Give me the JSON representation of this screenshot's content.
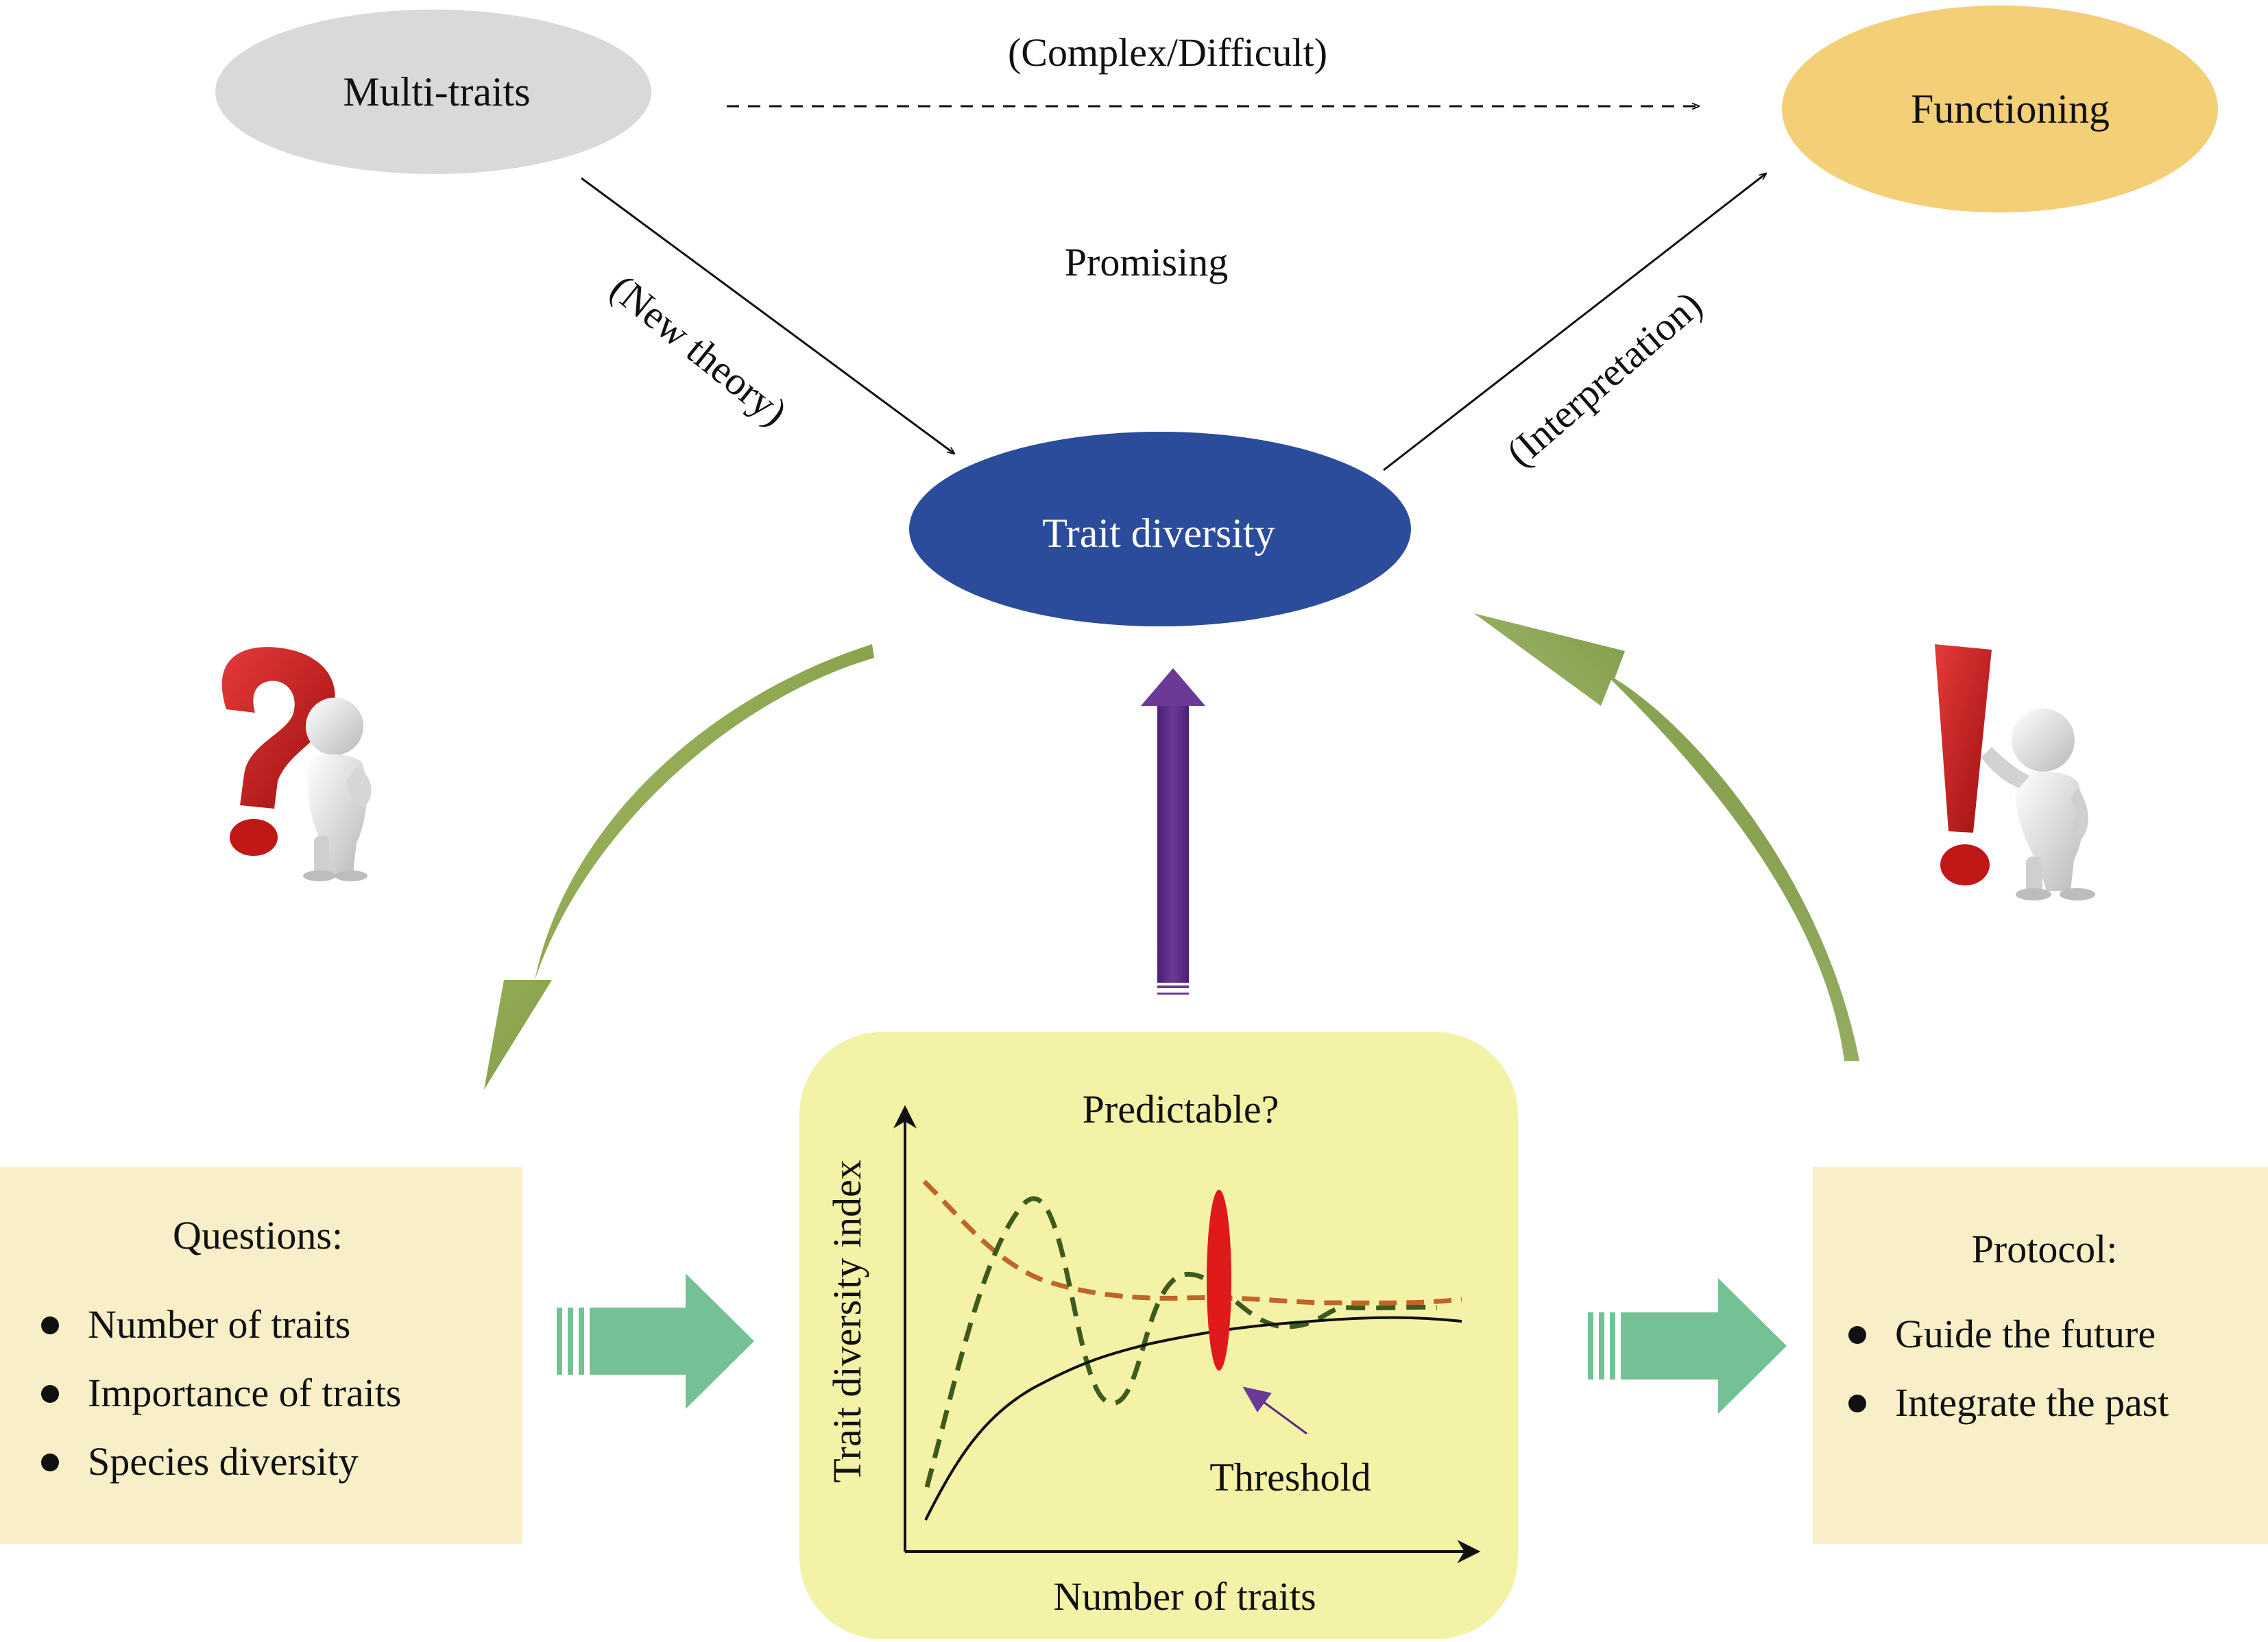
{
  "nodes": {
    "multi_traits": "Multi-traits",
    "functioning": "Functioning",
    "trait_diversity": "Trait diversity"
  },
  "edges": {
    "complex": "(Complex/Difficult)",
    "promising": "Promising",
    "new_theory": "(New theory)",
    "interpretation": "(Interpretation)"
  },
  "questions": {
    "title": "Questions:",
    "items": [
      "Number of traits",
      "Importance of traits",
      "Species diversity"
    ]
  },
  "protocol": {
    "title": "Protocol:",
    "items": [
      "Guide the future",
      "Integrate the past"
    ]
  },
  "chart": {
    "title": "Predictable?",
    "xlabel": "Number of traits",
    "ylabel": "Trait diversity index",
    "annotation": "Threshold"
  },
  "icons": [
    "question-person-icon",
    "exclamation-person-icon"
  ],
  "colors": {
    "multi_traits": "#d9d9d9",
    "functioning": "#f3cf78",
    "trait_diversity": "#2b4c9b",
    "green_arrow": "#6e8f2a",
    "purple_arrow": "#5a2a82",
    "block_arrow": "#74c196",
    "box_fill": "#f8efc9",
    "panel_fill": "#f4f2a6",
    "threshold": "#e0191b",
    "brown_dash": "#c0652a",
    "green_dash": "#3f5a1c"
  }
}
